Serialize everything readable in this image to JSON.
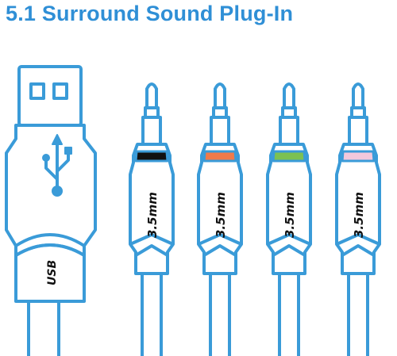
{
  "title": "5.1 Surround Sound Plug-In",
  "colors": {
    "outline": "#3a9bd8",
    "body_fill": "#ffffff",
    "title": "#2f8fd6"
  },
  "usb_plug": {
    "label": "USB",
    "icon": "usb-symbol-icon"
  },
  "jacks": [
    {
      "label": "3.5mm",
      "band_color": "#111111"
    },
    {
      "label": "3.5mm",
      "band_color": "#f07a4a"
    },
    {
      "label": "3.5mm",
      "band_color": "#7cc152"
    },
    {
      "label": "3.5mm",
      "band_color": "#f2c8dc"
    }
  ]
}
